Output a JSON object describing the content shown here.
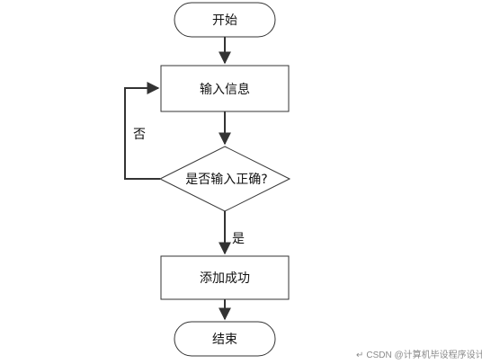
{
  "diagram": {
    "nodes": {
      "start": "开始",
      "input": "输入信息",
      "check": "是否输入正确?",
      "success": "添加成功",
      "end": "结束"
    },
    "edge_labels": {
      "no": "否",
      "yes": "是"
    }
  },
  "watermark": {
    "icon": "return-arrow-icon",
    "text": "CSDN @计算机毕设程序设计"
  },
  "colors": {
    "stroke": "#333333",
    "node_fill": "#ffffff",
    "background": "#ffffff"
  }
}
